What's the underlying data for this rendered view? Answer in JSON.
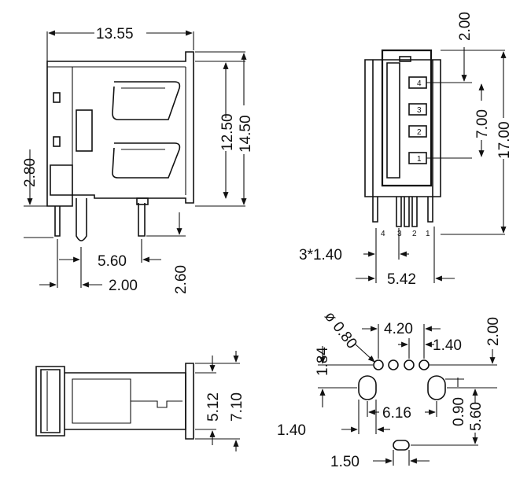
{
  "side_view": {
    "width": "13.55",
    "height_body": "12.50",
    "height_total": "14.50",
    "left_offset": "2.80",
    "pin_spacing_a": "5.60",
    "pin_spacing_b": "2.00",
    "pin_length": "2.60"
  },
  "front_view": {
    "top_offset": "2.00",
    "pin_span": "7.00",
    "height": "17.00",
    "pin_pitch": "3*1.40",
    "width": "5.42",
    "pin_numbers_bottom": [
      "4",
      "3",
      "2",
      "1"
    ],
    "pin_numbers_side": [
      "4",
      "3",
      "2",
      "1"
    ]
  },
  "top_view": {
    "inner_width": "5.12",
    "outer_width": "7.10"
  },
  "footprint": {
    "hole_diameter": "ø 0.80",
    "row_offset": "1.84",
    "pin_span": "4.20",
    "pin_pitch": "1.40",
    "top_offset": "2.00",
    "mount_spacing": "6.16",
    "mount_width": "0.90",
    "mount_offset": "5.60",
    "left_offset": "1.40",
    "slot_length": "1.50"
  }
}
